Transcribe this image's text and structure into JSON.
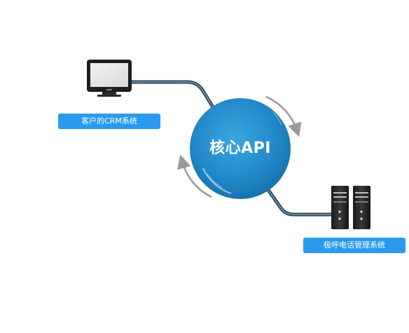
{
  "core": {
    "label": "核心API",
    "color": "#1e7fbf",
    "color_light": "#3aa2de"
  },
  "nodes": {
    "crm": {
      "label": "客户的CRM系统",
      "icon": "monitor-icon"
    },
    "phone_system": {
      "label": "极呼电话管理系统",
      "icon": "server-icon"
    }
  },
  "colors": {
    "pill": "#2a9af0",
    "connector": "#2f4350",
    "arrow": "#9a9a9a"
  }
}
